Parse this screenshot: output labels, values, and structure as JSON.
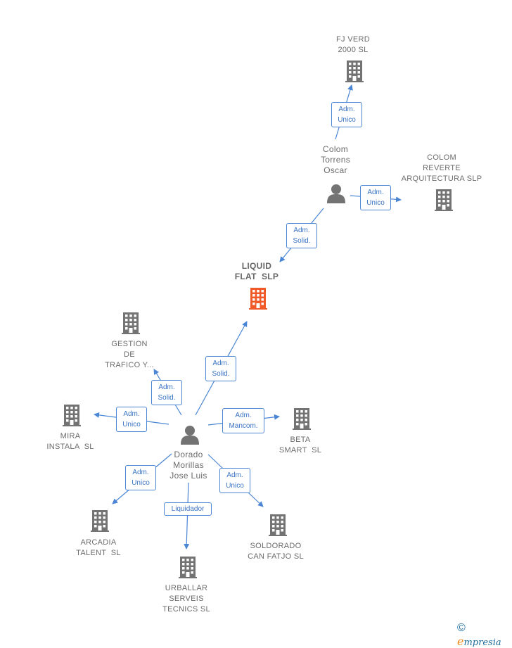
{
  "diagram": {
    "main_company": [
      "LIQUID",
      "FLAT  SLP"
    ],
    "companies": {
      "fj_verd": [
        "FJ VERD",
        "2000 SL"
      ],
      "colom_reverte": [
        "COLOM",
        "REVERTE",
        "ARQUITECTURA SLP"
      ],
      "gestion": [
        "GESTION",
        "DE",
        "TRAFICO Y..."
      ],
      "mira": [
        "MIRA",
        "INSTALA  SL"
      ],
      "beta": [
        "BETA",
        "SMART  SL"
      ],
      "arcadia": [
        "ARCADIA",
        "TALENT  SL"
      ],
      "urballar": [
        "URBALLAR",
        "SERVEIS",
        "TECNICS SL"
      ],
      "soldorado": [
        "SOLDORADO",
        "CAN FATJO SL"
      ]
    },
    "persons": {
      "colom": [
        "Colom",
        "Torrens",
        "Oscar"
      ],
      "dorado": [
        "Dorado",
        "Morillas",
        "Jose Luis"
      ]
    },
    "edges": {
      "colom_fjverd": [
        "Adm.",
        "Unico"
      ],
      "colom_reverte": [
        "Adm.",
        "Unico"
      ],
      "colom_liquid": [
        "Adm.",
        "Solid."
      ],
      "dorado_liquid": [
        "Adm.",
        "Solid."
      ],
      "dorado_gestion": [
        "Adm.",
        "Solid."
      ],
      "dorado_mira": [
        "Adm.",
        "Unico"
      ],
      "dorado_beta": [
        "Adm.",
        "Mancom."
      ],
      "dorado_arcadia": [
        "Adm.",
        "Unico"
      ],
      "dorado_urballar": [
        "Liquidador"
      ],
      "dorado_soldorado": [
        "Adm.",
        "Unico"
      ]
    },
    "colors": {
      "edge": "#4a86d4",
      "company_icon": "#737373",
      "main_icon": "#f05a28",
      "person_icon": "#737373"
    }
  },
  "brand": {
    "copyright": "©",
    "e": "e",
    "rest": "mpresia"
  }
}
